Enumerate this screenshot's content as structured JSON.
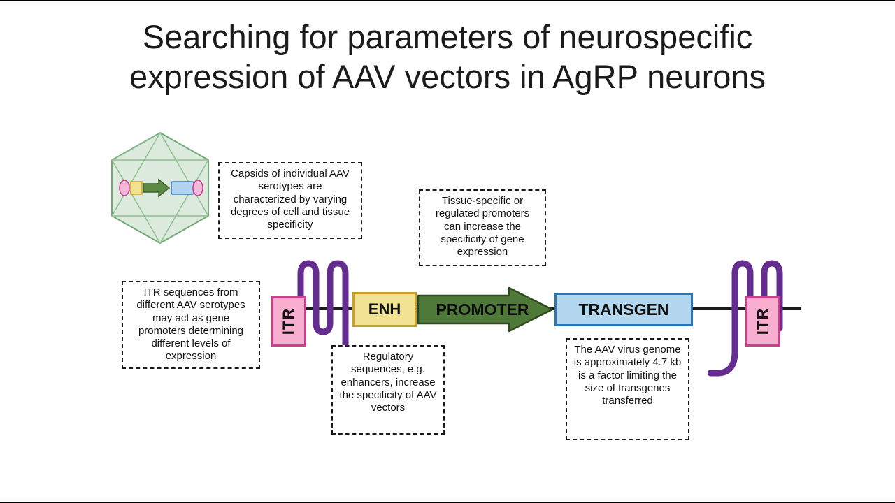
{
  "slide": {
    "title_lines": [
      "Searching for parameters of neurospecific",
      "expression of AAV vectors in AgRP neurons"
    ]
  },
  "notes": {
    "capsid": "Capsids of individual AAV serotypes are characterized by varying degrees of cell and tissue specificity",
    "tissue": "Tissue-specific or regulated promoters can increase the specificity of gene expression",
    "itr": "ITR sequences from different AAV serotypes may act as gene promoters determining different levels of expression",
    "regulatory": "Regulatory sequences, e.g. enhancers, increase the specificity of AAV vectors",
    "genome": "The AAV virus genome is approximately 4.7 kb is a factor limiting the size of transgenes transferred"
  },
  "construct": {
    "itr_left": "ITR",
    "enhancer": "ENH",
    "promoter": "PROMOTER",
    "transgene": "TRANSGEN",
    "itr_right": "ITR"
  },
  "colors": {
    "purple": "#662D91",
    "pink_fill": "#F7AECF",
    "pink_border": "#CC3E8C",
    "yellow_fill": "#F2E394",
    "yellow_border": "#C9A227",
    "green_fill": "#4E7938",
    "green_border": "#2E4A1E",
    "blue_fill": "#B4D7F0",
    "blue_border": "#2E75B6",
    "line": "#1a1a1a"
  }
}
